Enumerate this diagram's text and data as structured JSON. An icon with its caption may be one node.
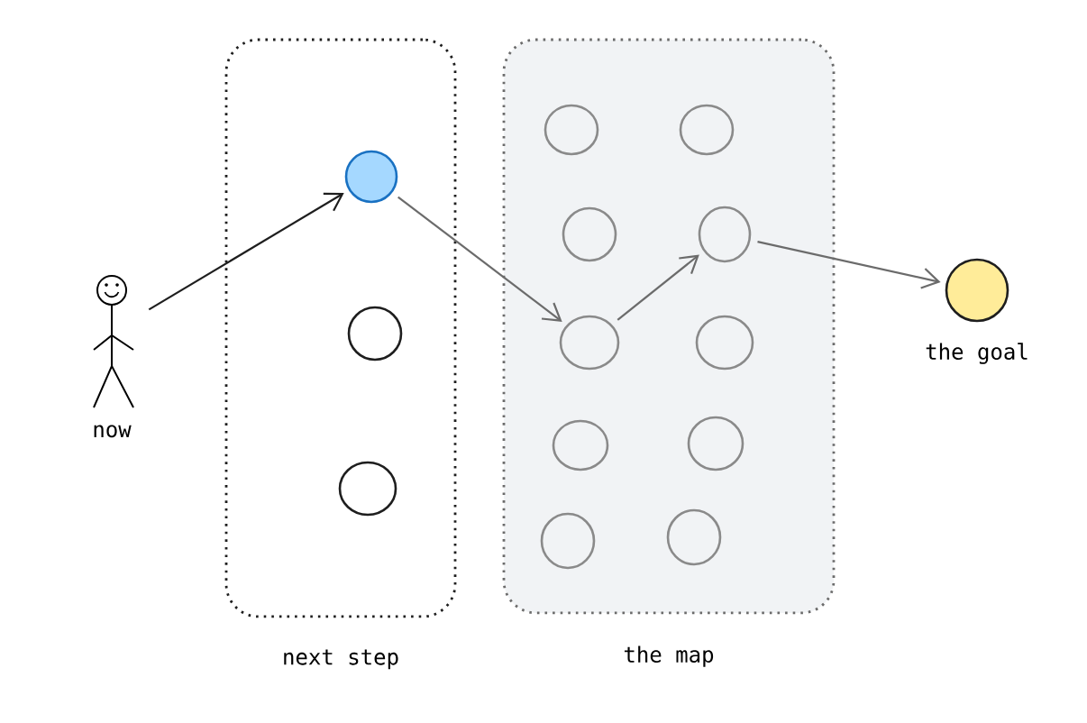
{
  "diagram": {
    "nodes": [
      {
        "text": [],
        "shape": "person",
        "beside": [
          "now"
        ]
      },
      {
        "text": [
          "next step"
        ]
      },
      {
        "text": [],
        "shape": "circle",
        "in": 1
      },
      {
        "text": [],
        "shape": "circle",
        "in": 1
      },
      {
        "text": [],
        "shape": "circle",
        "in": 1
      },
      {
        "text": [
          "the map"
        ]
      },
      {
        "text": [],
        "shape": "circle",
        "in": 5
      },
      {
        "text": [],
        "shape": "circle",
        "in": 5
      },
      {
        "text": [],
        "shape": "circle",
        "in": 5
      },
      {
        "text": [],
        "shape": "circle",
        "in": 5
      },
      {
        "text": [],
        "shape": "circle",
        "in": 5
      },
      {
        "text": [],
        "shape": "circle",
        "in": 5
      },
      {
        "text": [],
        "shape": "circle",
        "in": 5
      },
      {
        "text": [],
        "shape": "circle",
        "in": 5
      },
      {
        "text": [],
        "shape": "circle",
        "in": 5
      },
      {
        "text": [],
        "shape": "circle",
        "in": 5
      },
      {
        "text": [],
        "shape": "circle",
        "beside": [
          "the goal"
        ]
      }
    ],
    "edges": [
      {
        "from": 0,
        "to": 2,
        "arrow": "to",
        "color": "#1e1e1e"
      },
      {
        "from": 2,
        "to": 10,
        "arrow": "to"
      },
      {
        "from": 10,
        "to": 9,
        "arrow": "to"
      },
      {
        "from": 9,
        "to": 16,
        "arrow": "to"
      }
    ]
  }
}
